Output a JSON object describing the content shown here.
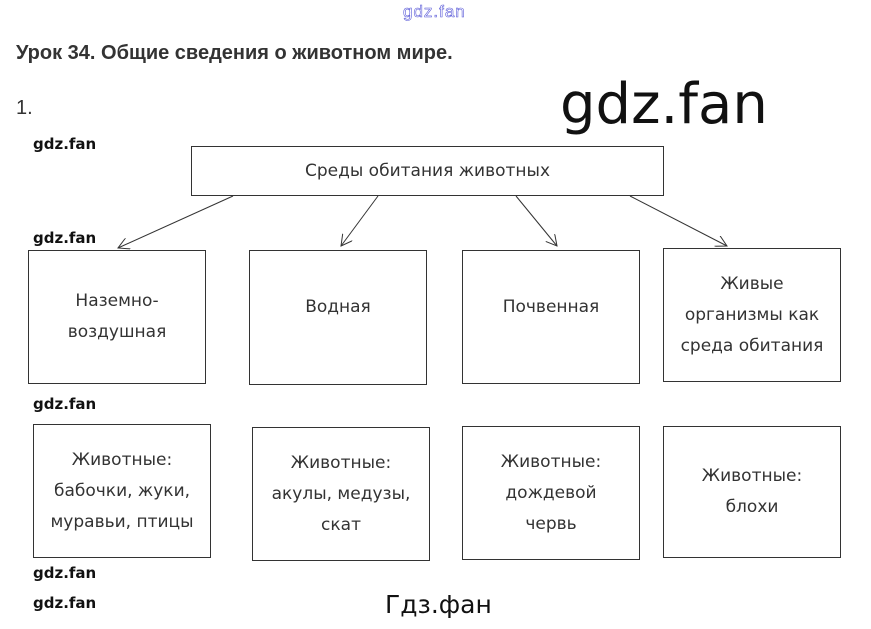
{
  "header": {
    "site_watermark": "gdz.fan",
    "title": "Урок 34. Общие сведения о животном мире.",
    "task_number": "1."
  },
  "watermarks": [
    "gdz.fan",
    "gdz.fan",
    "gdz.fan",
    "gdz.fan",
    "gdz.fan"
  ],
  "diagram": {
    "root": "Среды обитания животных",
    "habitats": [
      "Наземно-воздушная",
      "Водная",
      "Почвенная",
      "Живые организмы как среда обитания"
    ],
    "animals": [
      "Животные: бабочки, жуки, муравьи, птицы",
      "Животные: акулы, медузы, скат",
      "Животные: дождевой червь",
      "Животные: блохи"
    ]
  },
  "center_watermark": "gdz.fan",
  "footer": "Гдз.фан"
}
